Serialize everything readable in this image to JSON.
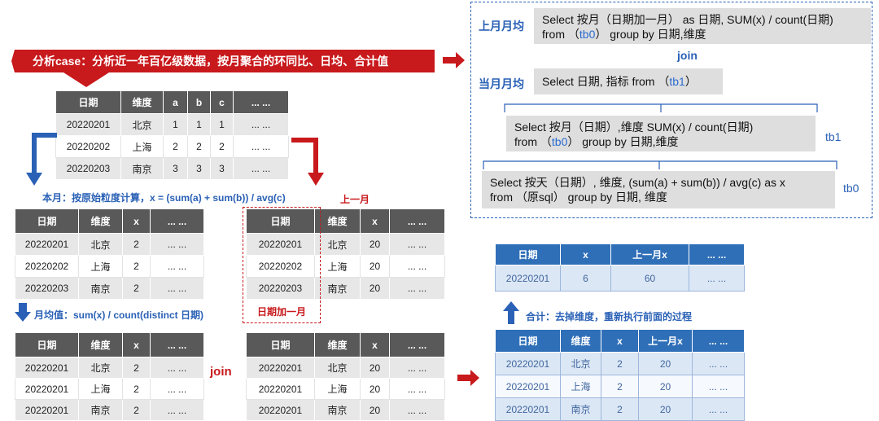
{
  "banner": "分析case：分析近一年百亿级数据，按月聚合的环同比、日均、合计值",
  "source_table": {
    "headers": [
      "日期",
      "维度",
      "a",
      "b",
      "c",
      "... ..."
    ],
    "rows": [
      [
        "20220201",
        "北京",
        "1",
        "1",
        "1",
        "... ..."
      ],
      [
        "20220202",
        "上海",
        "2",
        "2",
        "2",
        "... ..."
      ],
      [
        "20220203",
        "南京",
        "3",
        "3",
        "3",
        "... ..."
      ]
    ]
  },
  "labels": {
    "this_month": "本月：按原始粒度计算，x = (sum(a) + sum(b)) / avg(c)",
    "last_month": "上一月",
    "date_plus_month": "日期加一月",
    "monthly_avg": "月均值：sum(x) / count(distinct 日期)",
    "join_left": "join",
    "total": "合计：去掉维度，重新执行前面的过程"
  },
  "table_this_month": {
    "headers": [
      "日期",
      "维度",
      "x",
      "... ..."
    ],
    "rows": [
      [
        "20220201",
        "北京",
        "2",
        "... ..."
      ],
      [
        "20220202",
        "上海",
        "2",
        "... ..."
      ],
      [
        "20220203",
        "南京",
        "2",
        "... ..."
      ]
    ]
  },
  "table_last_month": {
    "headers": [
      "日期",
      "维度",
      "x",
      "... ..."
    ],
    "rows": [
      [
        "20220201",
        "北京",
        "20",
        "... ..."
      ],
      [
        "20220202",
        "上海",
        "20",
        "... ..."
      ],
      [
        "20220203",
        "南京",
        "20",
        "... ..."
      ]
    ]
  },
  "table_avg_this": {
    "headers": [
      "日期",
      "维度",
      "x",
      "... ..."
    ],
    "rows": [
      [
        "20220201",
        "北京",
        "2",
        "... ..."
      ],
      [
        "20220201",
        "上海",
        "2",
        "... ..."
      ],
      [
        "20220201",
        "南京",
        "2",
        "... ..."
      ]
    ]
  },
  "table_avg_last": {
    "headers": [
      "日期",
      "维度",
      "x",
      "... ..."
    ],
    "rows": [
      [
        "20220201",
        "北京",
        "20",
        "... ..."
      ],
      [
        "20220201",
        "上海",
        "20",
        "... ..."
      ],
      [
        "20220201",
        "南京",
        "20",
        "... ..."
      ]
    ]
  },
  "table_joined": {
    "headers": [
      "日期",
      "维度",
      "x",
      "上一月x",
      "... ..."
    ],
    "rows": [
      [
        "20220201",
        "北京",
        "2",
        "20",
        "... ..."
      ],
      [
        "20220201",
        "上海",
        "2",
        "20",
        "... ..."
      ],
      [
        "20220201",
        "南京",
        "2",
        "20",
        "... ..."
      ]
    ]
  },
  "table_total": {
    "headers": [
      "日期",
      "x",
      "上一月x",
      "... ..."
    ],
    "rows": [
      [
        "20220201",
        "6",
        "60",
        "... ..."
      ]
    ]
  },
  "sql": {
    "last_month_avg_tag": "上月月均",
    "last_month_q1a": "Select 按月（日期加一月） as 日期, SUM(x) / count(日期)",
    "last_month_q1b_pre": "from （",
    "last_month_q1b_tb": "tb0",
    "last_month_q1b_post": "） group by 日期,维度",
    "join": "join",
    "this_month_avg_tag": "当月月均",
    "this_month_q_pre": "Select 日期, 指标 from （",
    "this_month_q_tb": "tb1",
    "this_month_q_post": "）",
    "tb1_q_a": "Select 按月（日期）,维度 SUM(x) / count(日期)",
    "tb1_q_b_pre": "from （",
    "tb1_q_b_tb": "tb0",
    "tb1_q_b_post": "） group by 日期,维度",
    "tb1_name": "tb1",
    "tb0_q_a": "Select 按天（日期）, 维度, (sum(a) + sum(b)) / avg(c) as x",
    "tb0_q_b": "from （原sql） group by 日期, 维度",
    "tb0_name": "tb0"
  },
  "colors": {
    "red": "#c8191c",
    "blue": "#2a61b6",
    "header_gray": "#595959",
    "header_blue": "#2f6fb8"
  }
}
